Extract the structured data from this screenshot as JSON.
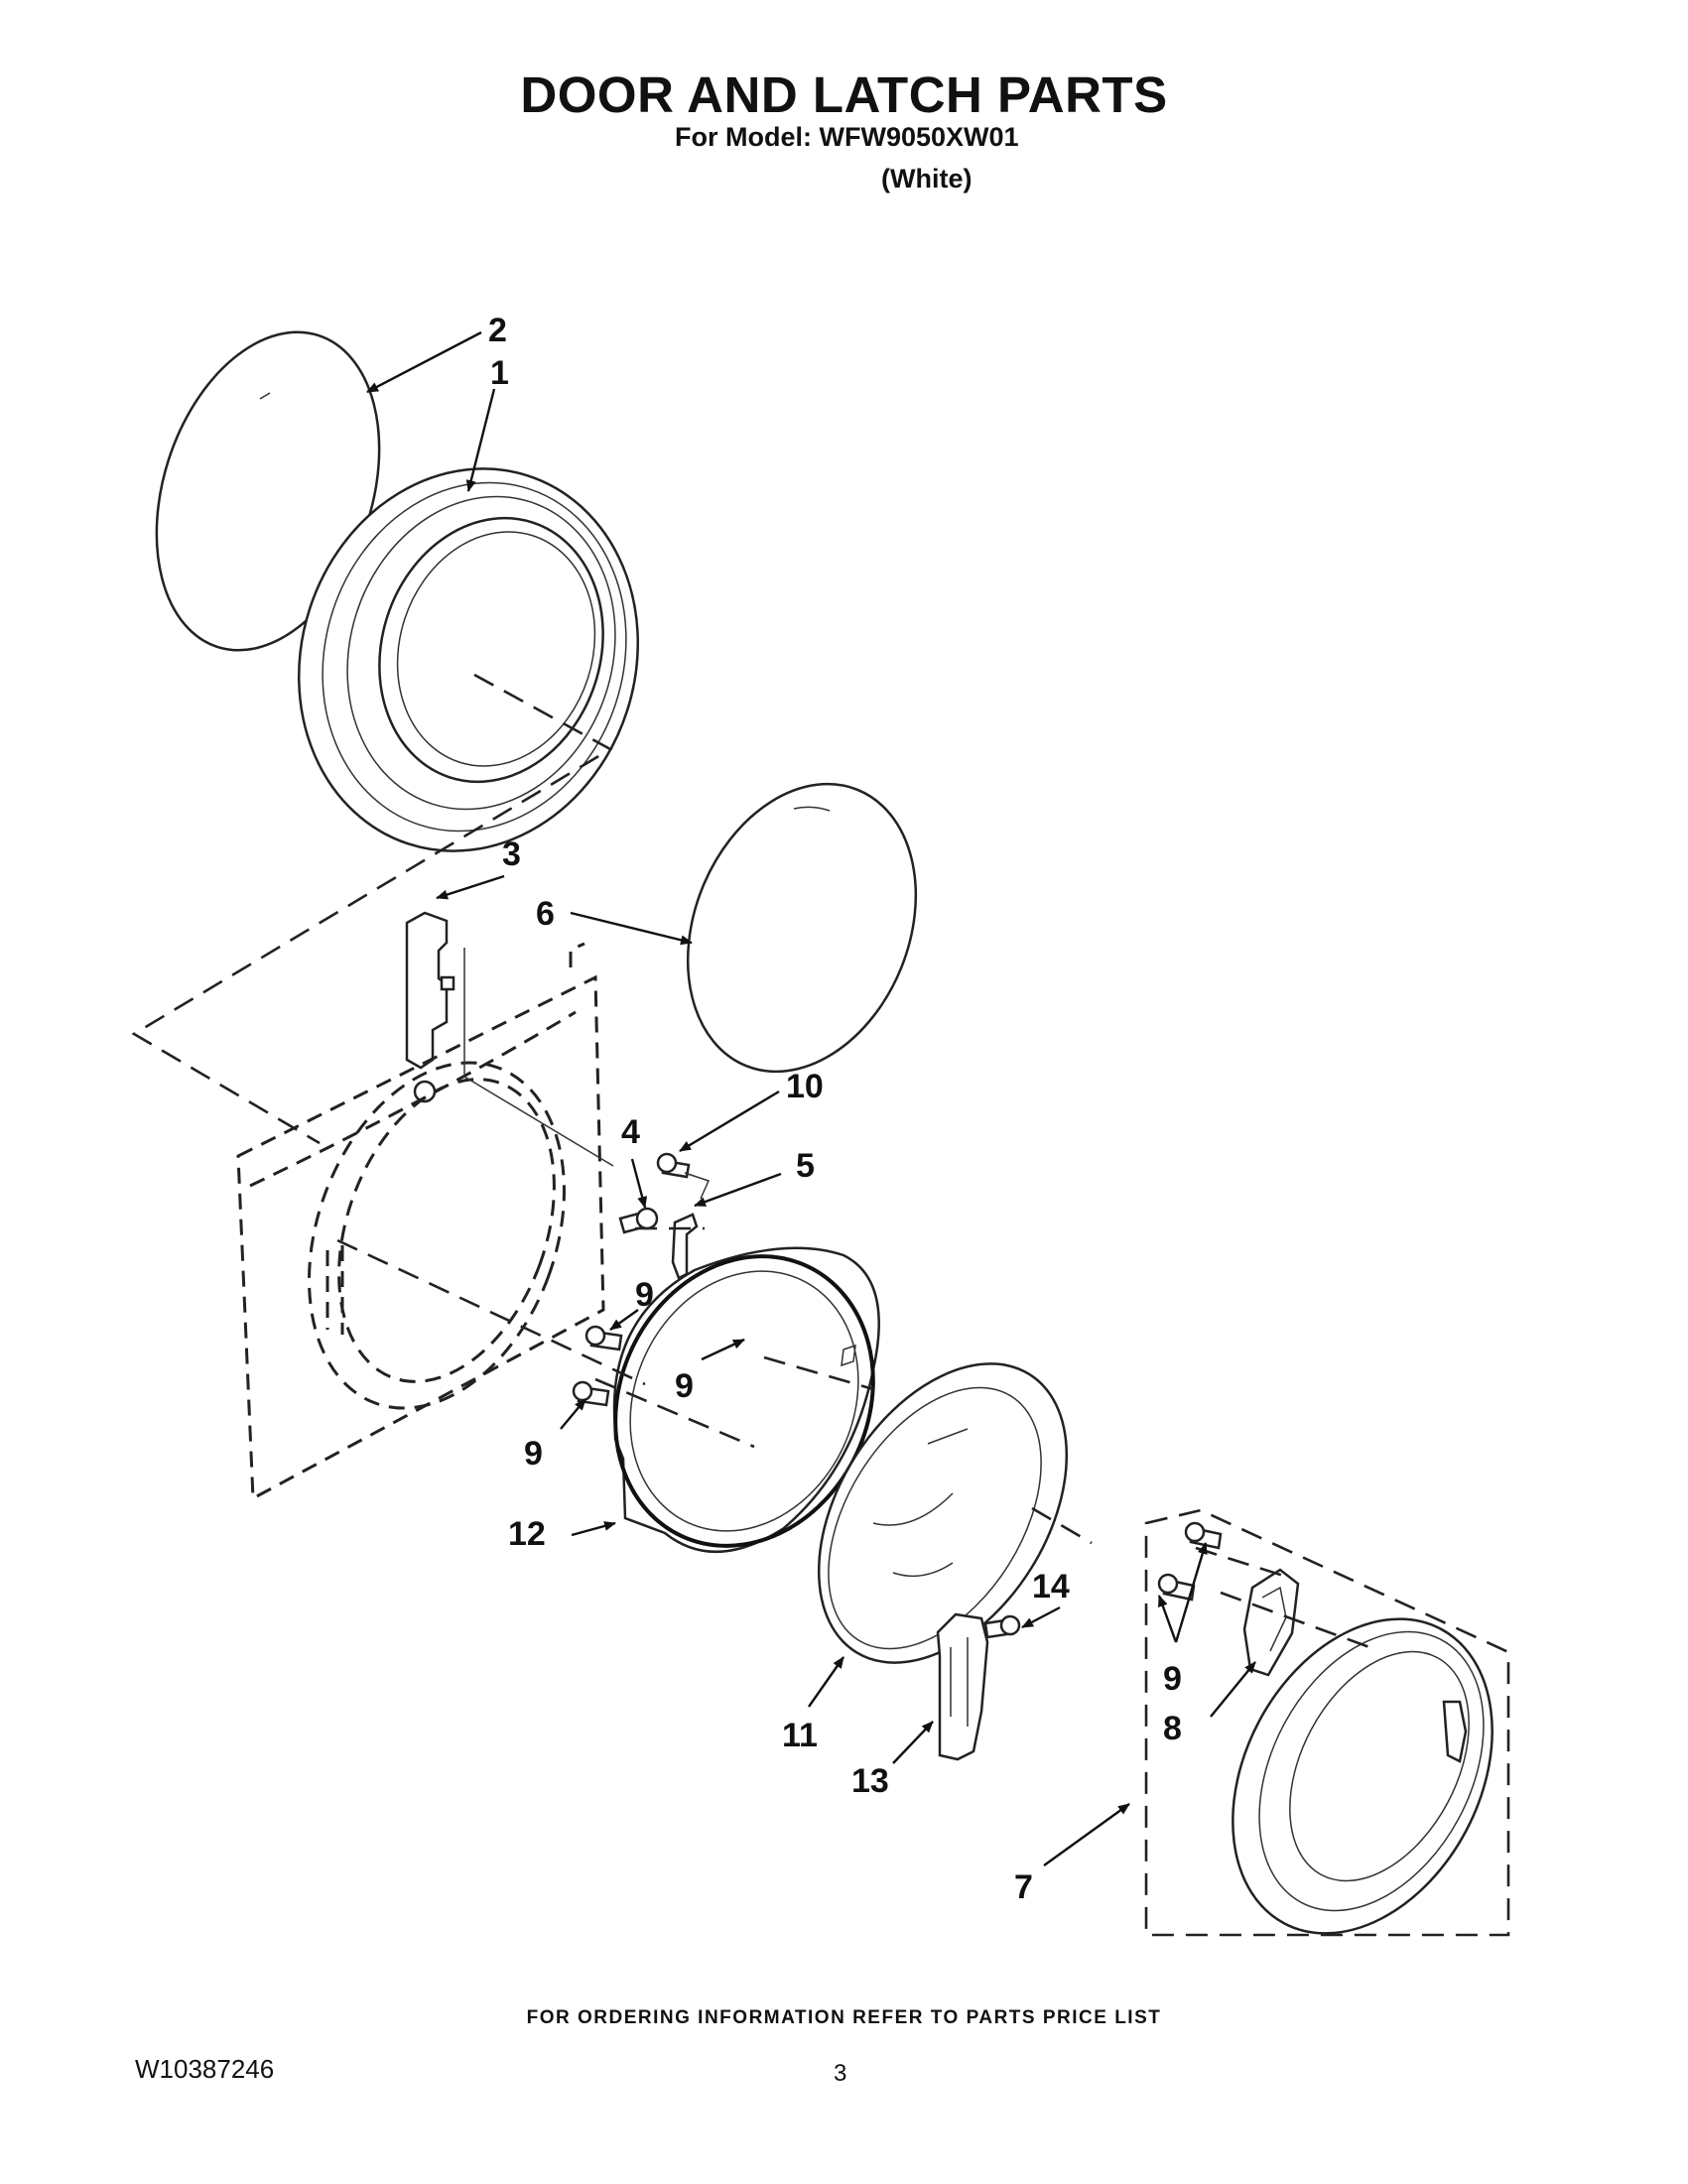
{
  "header": {
    "title": "DOOR AND LATCH PARTS",
    "model_line": "For Model: WFW9050XW01",
    "color_line": "(White)"
  },
  "callouts": {
    "c1": "1",
    "c2": "2",
    "c3": "3",
    "c4": "4",
    "c5": "5",
    "c6": "6",
    "c7": "7",
    "c8": "8",
    "c9": "9",
    "c10": "10",
    "c11": "11",
    "c12": "12",
    "c13": "13",
    "c14": "14"
  },
  "footer": {
    "ordering_note": "FOR ORDERING INFORMATION REFER TO PARTS PRICE LIST",
    "doc_number": "W10387246",
    "page_number": "3"
  },
  "icons": [
    "arrow-head-icon"
  ]
}
